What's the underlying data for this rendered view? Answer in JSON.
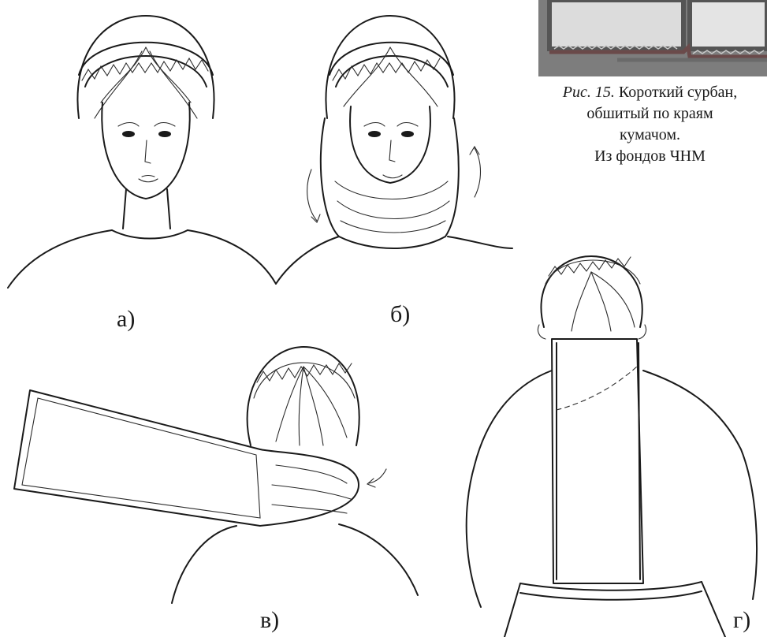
{
  "figure": {
    "caption_italic": "Рис. 15.",
    "caption_line1": "Короткий сурбан,",
    "caption_line2": "обшитый по краям",
    "caption_line3": "кумачом.",
    "caption_line4": "Из фондов ЧНМ"
  },
  "panels": {
    "a_label": "а)",
    "b_label": "б)",
    "v_label": "в)",
    "g_label": "г)"
  }
}
